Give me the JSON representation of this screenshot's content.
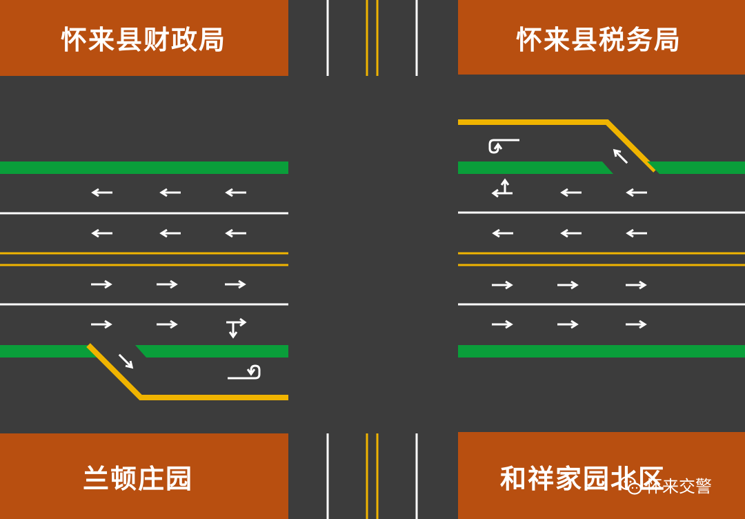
{
  "blocks": {
    "top_left": "怀来县财政局",
    "top_right": "怀来县税务局",
    "bottom_left": "兰顿庄园",
    "bottom_right": "和祥家园北区"
  },
  "watermark": {
    "text": "怀来交警",
    "icon": "wechat-icon"
  },
  "colors": {
    "road": "#3c3c3c",
    "block": "#b84f10",
    "median": "#0a9e3a",
    "yellow_line": "#f0b400",
    "white_line": "#ffffff"
  }
}
